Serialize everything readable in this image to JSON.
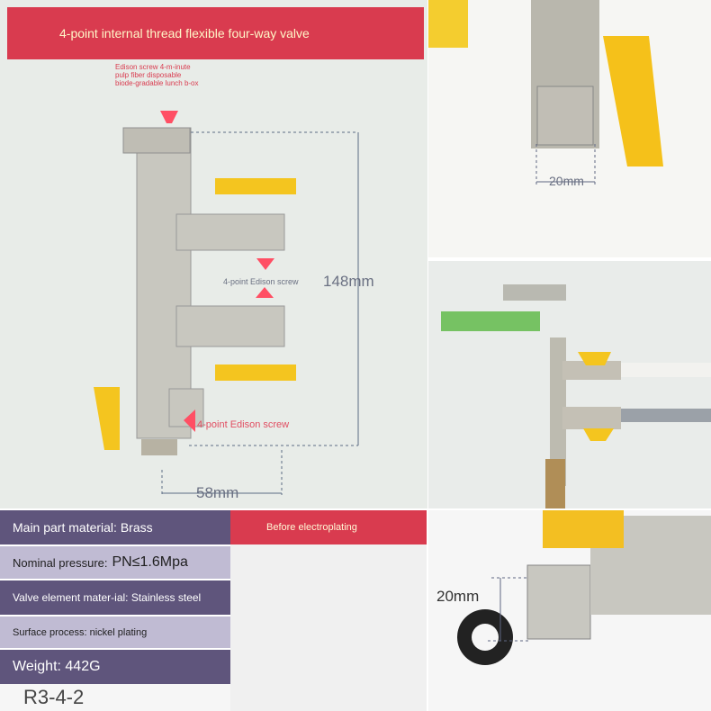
{
  "header_title": "4-point internal thread flexible four-way valve",
  "note": "Edison screw 4-m-inute pulp fiber disposable biode-gradable lunch b-ox",
  "labels": {
    "top_inlet": "4-point Edison screw",
    "bottom_inlet": "4-point Edison screw",
    "height": "148mm",
    "width": "58mm",
    "tr_dim": "20mm",
    "br_dim": "20mm"
  },
  "specs": {
    "material": "Main part material: Brass",
    "pressure_label": "Nominal pressure:",
    "pressure_value": "PN≤1.6Mpa",
    "valve_element": "Valve element mater-ial: Stainless steel",
    "surface": "Surface process: nickel plating",
    "weight": "Weight: 442G",
    "model": "R3-4-2"
  },
  "before_electroplating": "Before electroplating"
}
